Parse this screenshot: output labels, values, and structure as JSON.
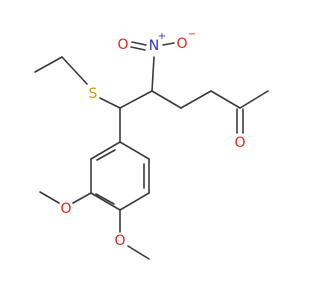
{
  "molecule": {
    "bond_color": "#3a3a3a",
    "atoms": {
      "sulfur": {
        "symbol": "S",
        "color": "#c8a000"
      },
      "nitro_nitrogen": {
        "symbol": "N",
        "charge": "+",
        "color": "#2a35d0"
      },
      "nitro_oxygen_left": {
        "symbol": "O",
        "color": "#e0261b"
      },
      "nitro_oxygen_right": {
        "symbol": "O",
        "charge": "−",
        "color": "#e0261b"
      },
      "ketone_oxygen": {
        "symbol": "O",
        "color": "#e0261b"
      },
      "methoxy_oxygen_1": {
        "symbol": "O",
        "color": "#e0261b"
      },
      "methoxy_oxygen_2": {
        "symbol": "O",
        "color": "#e0261b"
      }
    }
  }
}
